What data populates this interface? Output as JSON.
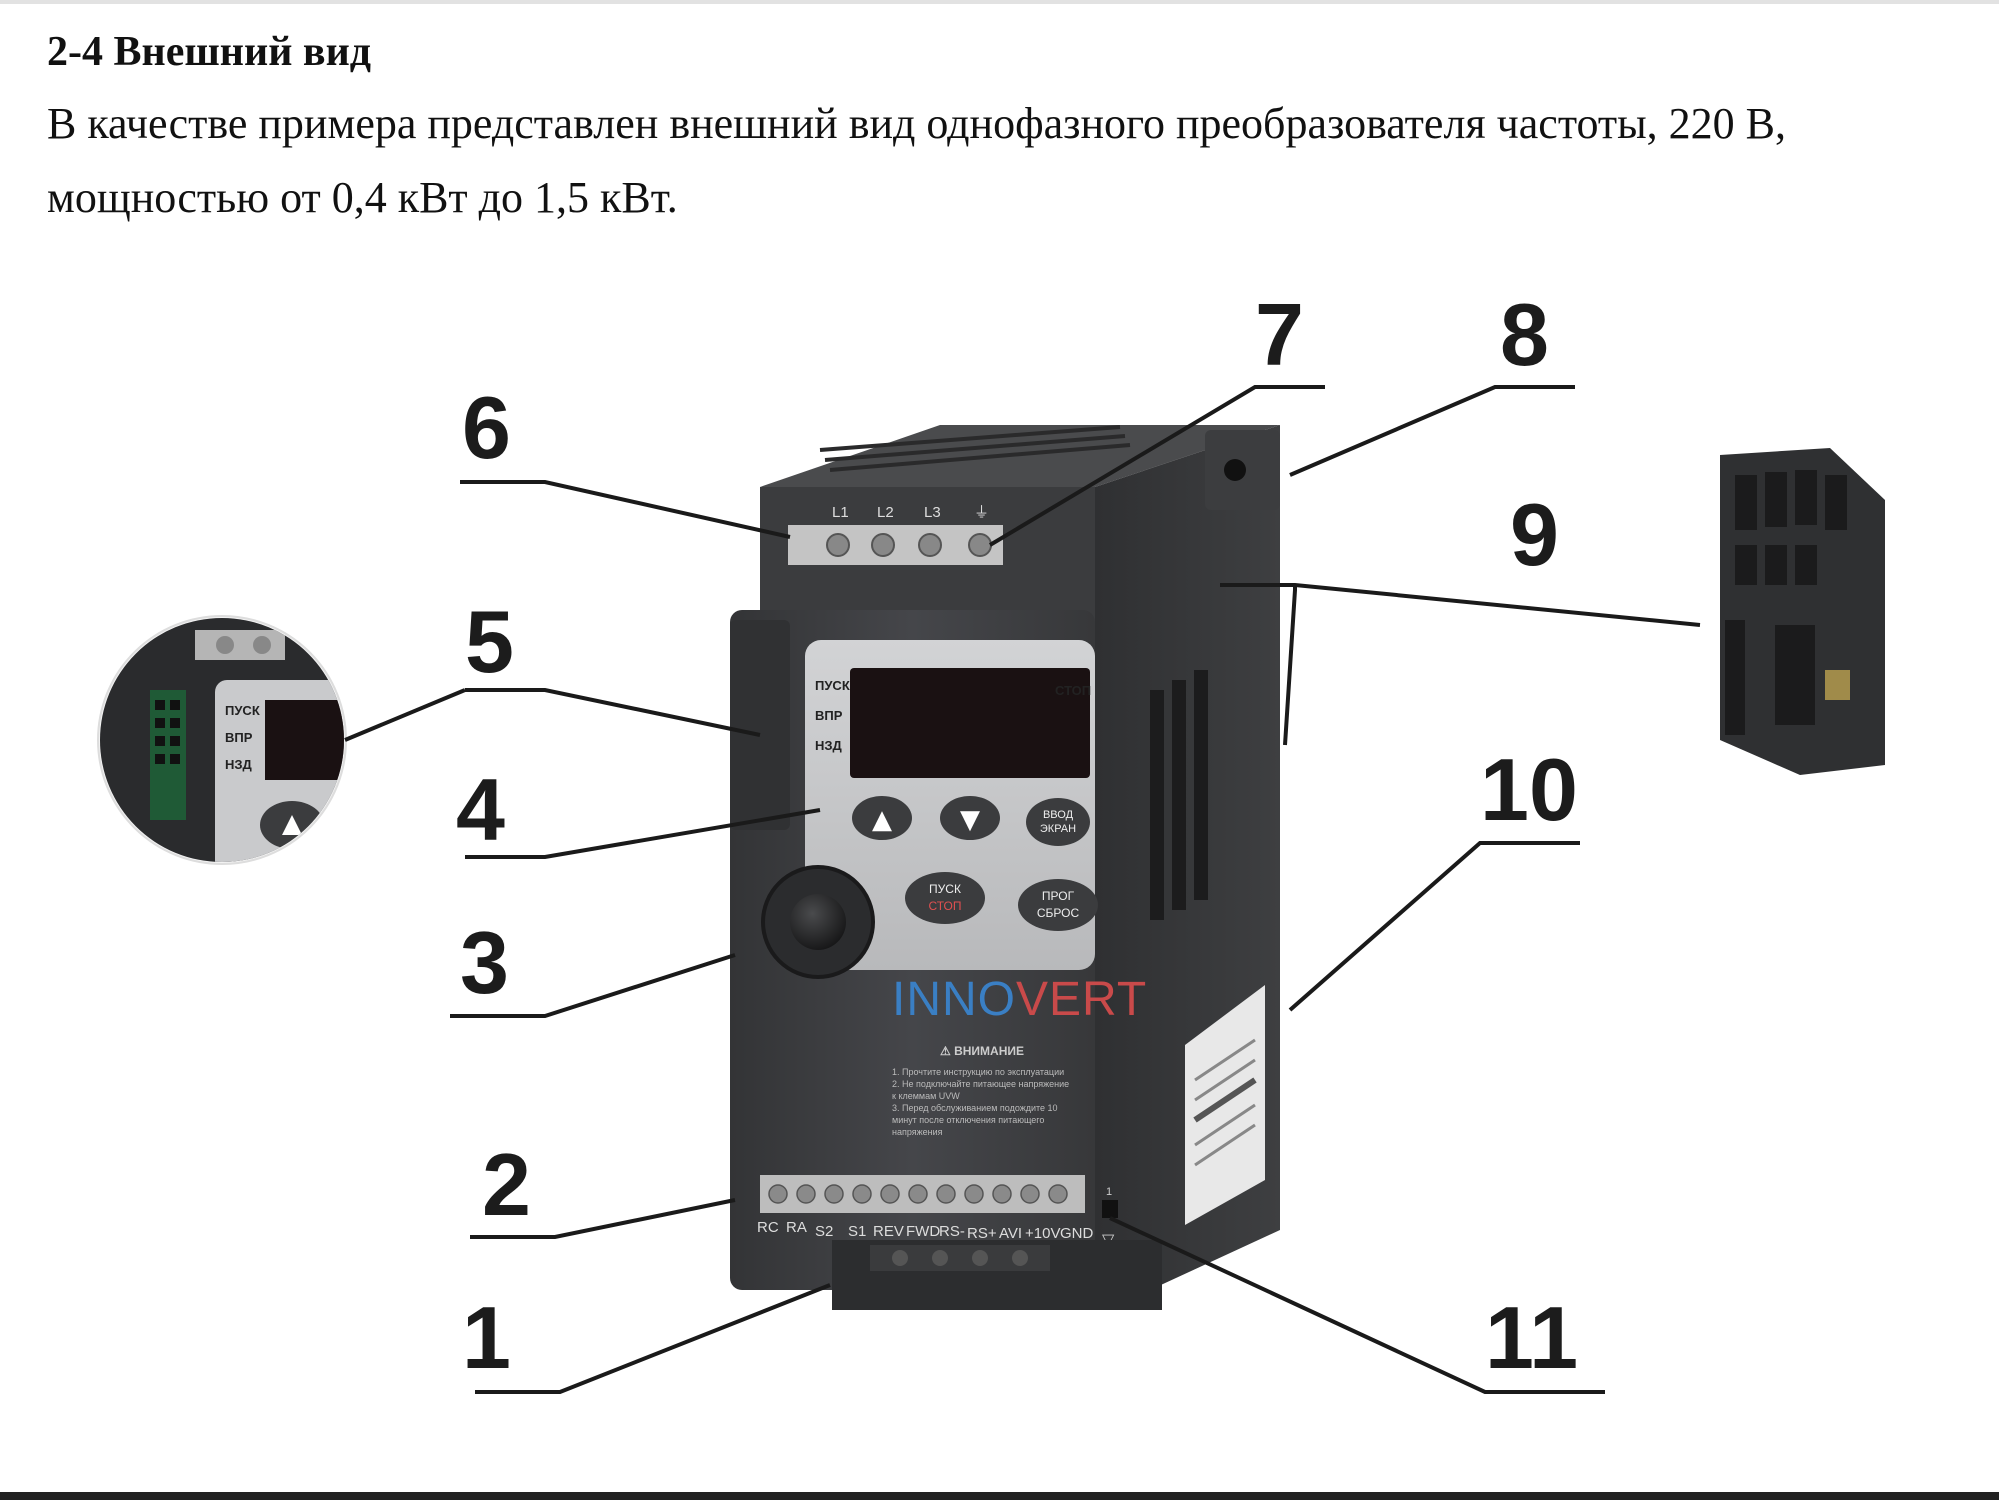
{
  "document": {
    "heading": "2-4 Внешний вид",
    "paragraph_line1": "В качестве примера представлен внешний вид однофазного преобразователя частоты, 220 В,",
    "paragraph_line2": "мощностью от 0,4 кВт до 1,5 кВт."
  },
  "figure": {
    "callouts": [
      "1",
      "2",
      "3",
      "4",
      "5",
      "6",
      "7",
      "8",
      "9",
      "10",
      "11"
    ],
    "device": {
      "brand_part1": "INNO",
      "brand_part2": "VERT",
      "led_left": [
        "ПУСК",
        "ВПР",
        "НЗД"
      ],
      "led_right": "СТОП",
      "keys": {
        "up": "▲",
        "down": "▼",
        "enter_line1": "ВВОД",
        "enter_line2": "ЭКРАН",
        "run_line1": "ПУСК",
        "run_line2": "СТОП",
        "prog_line1": "ПРОГ",
        "prog_line2": "СБРОС"
      },
      "power_terminals": [
        "L1",
        "L2",
        "L3",
        "⏚"
      ],
      "control_terminals": [
        "RC",
        "RA",
        "S2",
        "S1",
        "REV",
        "FWD",
        "RS-",
        "RS+",
        "AVI",
        "+10V",
        "GND"
      ],
      "warning_title": "⚠ ВНИМАНИЕ",
      "warning_lines": [
        "1. Прочтите инструкцию по эксплуатации",
        "2. Не подключайте питающее напряжение",
        "   к клеммам UVW",
        "3. Перед обслуживанием подождите 10",
        "   минут после отключения питающего",
        "   напряжения"
      ],
      "switch_mark": "1",
      "switch_arrow": "▽"
    },
    "inset_left_labels": [
      "ПУСК",
      "ВПР",
      "НЗД"
    ]
  },
  "colors": {
    "housing": "#3a3b3d",
    "housing_dark": "#2a2b2d",
    "panel": "#c9cacc",
    "display": "#1a1112",
    "brand_blue": "#3a7fc4",
    "brand_red": "#c94a4a"
  }
}
